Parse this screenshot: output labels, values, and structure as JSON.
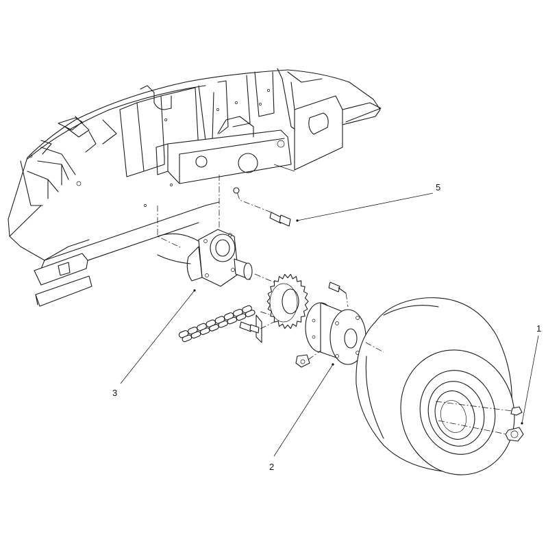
{
  "callouts": [
    {
      "id": "1",
      "label": "1"
    },
    {
      "id": "2",
      "label": "2"
    },
    {
      "id": "3",
      "label": "3"
    },
    {
      "id": "5",
      "label": "5"
    }
  ]
}
